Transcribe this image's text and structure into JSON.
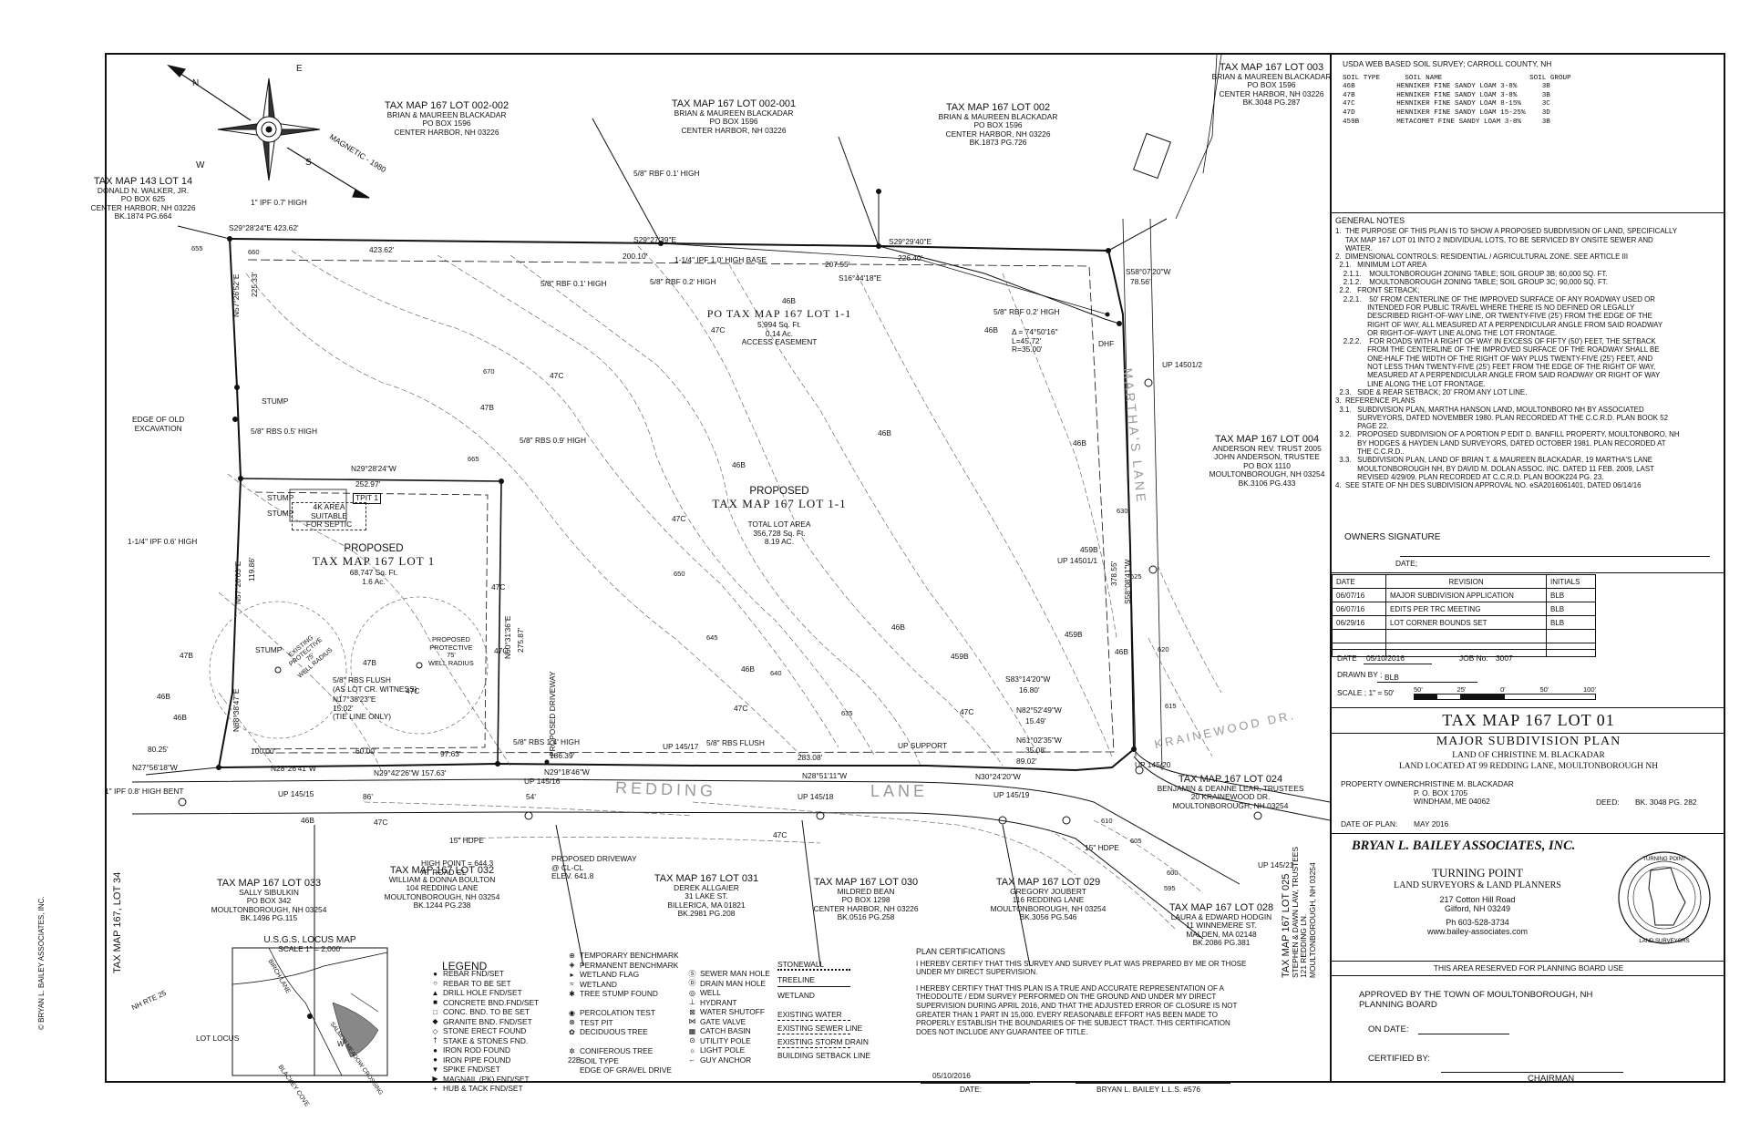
{
  "copyright": "© BRYAN L. BAILEY ASSOCIATES, INC.",
  "north_arrow": {
    "n": "N",
    "e": "E",
    "s": "S",
    "w": "W",
    "magnetic": "MAGNETIC - 1980"
  },
  "abutters": {
    "lot14": [
      "TAX MAP 143 LOT 14",
      "DONALD N. WALKER, JR.",
      "PO BOX 625",
      "CENTER HARBOR, NH 03226",
      "BK.1874 PG.664"
    ],
    "lot002_002": [
      "TAX MAP 167 LOT 002-002",
      "BRIAN & MAUREEN BLACKADAR",
      "PO BOX 1596",
      "CENTER HARBOR, NH 03226"
    ],
    "lot002_001": [
      "TAX MAP 167 LOT 002-001",
      "BRIAN & MAUREEN BLACKADAR",
      "PO BOX 1596",
      "CENTER HARBOR, NH 03226"
    ],
    "lot002": [
      "TAX MAP 167 LOT 002",
      "BRIAN & MAUREEN BLACKADAR",
      "PO BOX 1596",
      "CENTER HARBOR, NH 03226",
      "BK.1873 PG.726"
    ],
    "lot003": [
      "TAX MAP 167 LOT 003",
      "BRIAN & MAUREEN BLACKADAR",
      "PO BOX 1596",
      "CENTER HARBOR, NH 03226",
      "BK.3048 PG.287"
    ],
    "lot004": [
      "TAX MAP 167 LOT 004",
      "ANDERSON REV. TRUST 2005",
      "JOHN ANDERSON, TRUSTEE",
      "PO BOX 1110",
      "MOULTONBOROUGH, NH 03254",
      "BK.3106 PG.433"
    ],
    "lot024": [
      "TAX MAP 167 LOT 024",
      "BENJAMIN & DEANNE LEAR, TRUSTEES",
      "20 KRAINEWOOD DR.",
      "MOULTONBOROUGH, NH 03254"
    ],
    "lot033": [
      "TAX MAP 167 LOT 033",
      "SALLY SIBULKIN",
      "PO BOX 342",
      "MOULTONBOROUGH, NH 03254",
      "BK.1496 PG.115"
    ],
    "lot032": [
      "TAX MAP 167 LOT 032",
      "WILLIAM & DONNA BOULTON",
      "104 REDDING LANE",
      "MOULTONBOROUGH, NH 03254",
      "BK.1244 PG.238"
    ],
    "lot031": [
      "TAX MAP 167 LOT 031",
      "DEREK ALLGAIER",
      "31 LAKE ST.",
      "BILLERICA, MA 01821",
      "BK.2981 PG.208"
    ],
    "lot030": [
      "TAX MAP 167 LOT 030",
      "MILDRED BEAN",
      "PO BOX 1298",
      "CENTER HARBOR, NH 03226",
      "BK.0516 PG.258"
    ],
    "lot029": [
      "TAX MAP 167 LOT 029",
      "GREGORY JOUBERT",
      "116 REDDING LANE",
      "MOULTONBOROUGH, NH 03254",
      "BK.3056 PG.546"
    ],
    "lot028": [
      "TAX MAP 167 LOT 028",
      "LAURA & EDWARD HODGIN",
      "11 WINNEMERE ST.",
      "MALDEN, MA 02148",
      "BK.2086 PG.381"
    ],
    "lot025": [
      "TAX MAP 167 LOT 025",
      "STEPHEN & DAWN LAW, TRUSTEES",
      "121 REDDING LN.",
      "MOULTONBOROUGH, NH 03254"
    ],
    "lot34": "TAX MAP 167, LOT 34"
  },
  "lots": {
    "lot1": {
      "label": "PROPOSED",
      "name": "TAX MAP 167 LOT 1",
      "sqft": "68,747 Sq. Ft.",
      "ac": "1.6 Ac."
    },
    "lot1_1": {
      "label": "PROPOSED",
      "name": "TAX MAP 167 LOT 1-1",
      "area_label": "TOTAL LOT AREA",
      "sqft": "356,728 Sq. Ft.",
      "ac": "8.19 AC."
    },
    "po": {
      "name": "PO TAX MAP 167 LOT 1-1",
      "sqft": "5,994 Sq. Ft.",
      "ac": "0.14 Ac.",
      "note": "ACCESS EASEMENT"
    },
    "septic": [
      "4K AREA",
      "SUITABLE",
      "FOR SEPTIC"
    ],
    "tpit": "TPIT 1"
  },
  "roads": {
    "redding": "REDDING",
    "lane": "LANE",
    "martha": "MARTHA'S LANE",
    "krainewood": "KRAINEWOOD DR."
  },
  "bearings": {
    "b1": "S29°28'24\"E 423.62'",
    "b1d": "423.62'",
    "b2": "S29°27'39\"E",
    "b2d": "200.10'",
    "b3": "S29°29'40\"E",
    "b3d": "226.40'",
    "b4": "207.55'",
    "b5": "S16°44'18\"E",
    "b6": "S58°07'20\"W",
    "b6d": "78.56'",
    "curve": "Δ = 74°50'16\"",
    "curveL": "L=45.72'",
    "curveR": "R=35.00'",
    "nw1": "N57°26'52\"E",
    "nw1d": "225.33'",
    "nw2": "N29°28'24\"W",
    "nw2d": "252.97'",
    "nw3": "N57°26'03\"E",
    "nw3d": "119.86'",
    "nw4": "N68°38'47\"E",
    "nw5": "N27°56'18\"W",
    "nw6": "80.25'",
    "nw7": "N28°26'41\"W",
    "d100": "100.00'",
    "d60": "60.00'",
    "d97": "97.63'",
    "b8": "N29°42'26\"W 157.63'",
    "b9": "N29°18'46\"W",
    "d186": "186.39'",
    "d283": "283.08'",
    "b10": "N28°51'11\"W",
    "b11": "N30°24'20\"W",
    "d89": "89.02'",
    "b12": "N61°02'35\"W",
    "d35": "35.08'",
    "b13": "N82°52'49\"W",
    "d15": "15.49'",
    "b14": "S83°14'20\"W",
    "d16": "16.80'",
    "b15": "S58°08'41\"W",
    "d378": "378.55'",
    "n60": "N60°31'36\"E",
    "d275": "275.87'",
    "n17": "N17°38'23\"E",
    "d15b": "15.02'",
    "tie": "(TIE LINE ONLY)",
    "d86": "86'",
    "d54": "54'"
  },
  "map_notes": {
    "rbf01": "5/8\" RBF 0.1' HIGH",
    "rbf01b": "5/8\" RBF 0.1' HIGH",
    "rbf02": "5/8\" RBF 0.2' HIGH",
    "rbf02b": "5/8\" RBF 0.2' HIGH",
    "ipf1": "1-1/4\" IPF 1.0' HIGH BASE",
    "ipf07": "1\" IPF 0.7' HIGH",
    "rbs05": "5/8\" RBS 0.5' HIGH",
    "rbs09": "5/8\" RBS 0.9' HIGH",
    "ipf06": "1-1/4\" IPF 0.6' HIGH",
    "rbs14": "5/8\" RBS 1.4' HIGH",
    "rbsflush": "5/8\" RBS FLUSH",
    "rbsflush2": "5/8\" RBS FLUSH",
    "rbsflush3": "(AS LOT CR. WITNESS)",
    "ipf08": "1\" IPF 0.8' HIGH BENT",
    "stump": "STUMP",
    "stump2": "STUMP",
    "stump3": "STUMP",
    "stump4": "STUMP",
    "excav": "EDGE OF OLD\nEXCAVATION",
    "exprot": "EXISTING\nPROTECTIVE\n75'\nWELL RADIUS",
    "prprot": "PROPOSED\nPROTECTIVE\n75'\nWELL RADIUS",
    "propdrive": "PROPOSED DRIVEWAY",
    "propdrive2": "PROPOSED DRIVEWAY\n@ CL-CL\nELEV. 641.8",
    "highpt": "HIGH POINT = 644.3\nAT ROAD CL",
    "hdpe1": "15\" HDPE",
    "hdpe2": "15\" HDPE",
    "dhf": "DHF",
    "upsupport": "UP SUPPORT",
    "up145_15": "UP 145/15",
    "up145_16": "UP 145/16",
    "up145_17": "UP 145/17",
    "up145_18": "UP 145/18",
    "up145_19": "UP 145/19",
    "up145_20": "UP 145/20",
    "up145_21": "UP 145/21",
    "up14501_1": "UP 14501/1",
    "up14501_2": "UP 14501/2"
  },
  "soils": [
    "46B",
    "47C",
    "47B",
    "46B",
    "47C",
    "46B",
    "47C",
    "46B",
    "459B",
    "46B",
    "459B",
    "46B",
    "47C",
    "47B",
    "47C",
    "47C",
    "46B",
    "47C",
    "46B",
    "47C",
    "47B",
    "46B",
    "46B",
    "459B",
    "47C",
    "46B",
    "47C"
  ],
  "contours": [
    "655",
    "660",
    "665",
    "670",
    "650",
    "645",
    "640",
    "635",
    "630",
    "625",
    "620",
    "615",
    "610",
    "605",
    "600",
    "595"
  ],
  "locus": {
    "title": "U.S.G.S. LOCUS MAP",
    "scale": "SCALE 1\" = 2,000'",
    "lot": "LOT LOCUS",
    "rte": "NH RTE 25",
    "birch": "BIRCH LANE",
    "blackey": "BLACKEY COVE",
    "w": "W",
    "salmon": "SALMON MEADOW CROSSING"
  },
  "legend": {
    "title": "LEGEND",
    "col1": [
      "REBAR FND/SET",
      "REBAR TO BE SET",
      "DRILL HOLE FND/SET",
      "CONCRETE BND.FND/SET",
      "CONC. BND. TO BE SET",
      "GRANITE BND. FND/SET",
      "STONE ERECT FOUND",
      "STAKE & STONES FND.",
      "IRON ROD FOUND",
      "IRON PIPE FOUND",
      "SPIKE FND/SET",
      "MAGNAIL (PK) FND/SET",
      "HUB & TACK FND/SET"
    ],
    "col2": [
      "TEMPORARY BENCHMARK",
      "PERMANENT BENCHMARK",
      "WETLAND FLAG",
      "WETLAND",
      "TREE STUMP FOUND",
      "",
      "PERCOLATION TEST",
      "TEST PIT",
      "DECIDUOUS TREE",
      "",
      "CONIFEROUS TREE",
      "SOIL TYPE",
      "EDGE OF GRAVEL DRIVE"
    ],
    "col3": [
      "SEWER MAN HOLE",
      "DRAIN MAN HOLE",
      "WELL",
      "HYDRANT",
      "WATER SHUTOFF",
      "GATE VALVE",
      "CATCH BASIN",
      "UTILITY POLE",
      "LIGHT POLE",
      "GUY ANCHOR"
    ],
    "col4": [
      "STONEWALL",
      "TREELINE",
      "WETLAND",
      "EXISTING WATER",
      "EXISTING SEWER LINE",
      "EXISTING STORM DRAIN",
      "BUILDING SETBACK LINE"
    ]
  },
  "cert": {
    "title": "PLAN CERTIFICATIONS",
    "p1": "I HEREBY CERTIFY THAT THIS SURVEY AND SURVEY PLAT WAS PREPARED BY ME OR THOSE\nUNDER MY DIRECT SUPERVISION.",
    "p2": "I HEREBY CERTIFY THAT THIS PLAN IS A TRUE AND ACCURATE REPRESENTATION OF A\nTHEODOLITE / EDM SURVEY PERFORMED ON THE GROUND AND UNDER MY DIRECT\nSUPERVISION DURING APRIL 2016, AND THAT THE ADJUSTED ERROR OF CLOSURE IS NOT\nGREATER THAN 1 PART IN 15,000. EVERY REASONABLE EFFORT HAS BEEN MADE TO\nPROPERLY ESTABLISH THE BOUNDARIES OF THE SUBJECT TRACT. THIS CERTIFICATION\nDOES NOT INCLUDE ANY GUARANTEE OF TITLE.",
    "date_val": "05/10/2016",
    "date_label": "DATE:",
    "signer": "BRYAN L. BAILEY L.L.S. #576"
  },
  "soil_survey": {
    "title": "USDA WEB BASED SOIL SURVEY; CARROLL COUNTY, NH",
    "header": "SOIL TYPE      SOIL NAME                     SOIL GROUP",
    "rows": [
      "46B          HENNIKER FINE SANDY LOAM 3-8%      3B",
      "47B          HENNIKER FINE SANDY LOAM 3-8%      3B",
      "47C          HENNIKER FINE SANDY LOAM 8-15%     3C",
      "47D          HENNIKER FINE SANDY LOAM 15-25%    3D",
      "459B         METACOMET FINE SANDY LOAM 3-8%     3B"
    ]
  },
  "general_notes": {
    "title": "GENERAL NOTES",
    "lines": [
      "1.  THE PURPOSE OF THIS PLAN IS TO SHOW A PROPOSED SUBDIVISION OF LAND, SPECIFICALLY",
      "     TAX MAP 167 LOT 01 INTO 2 INDIVIDUAL LOTS, TO BE SERVICED BY ONSITE SEWER AND",
      "     WATER.",
      "2.  DIMENSIONAL CONTROLS: RESIDENTIAL / AGRICULTURAL ZONE. SEE ARTICLE III",
      "  2.1.   MINIMUM LOT AREA",
      "    2.1.1.    MOULTONBOROUGH ZONING TABLE; SOIL GROUP 3B; 60,000 SQ. FT.",
      "    2.1.2.    MOULTONBOROUGH ZONING TABLE; SOIL GROUP 3C; 90,000 SQ. FT.",
      "  2.2.   FRONT SETBACK;",
      "    2.2.1.    50' FROM CENTERLINE OF THE IMPROVED SURFACE OF ANY ROADWAY USED OR",
      "                INTENDED FOR PUBLIC TRAVEL WHERE THERE IS NO DEFINED OR LEGALLY",
      "                DESCRIBED RIGHT-OF-WAY LINE, OR TWENTY-FIVE (25') FROM THE EDGE OF THE",
      "                RIGHT OF WAY, ALL MEASURED AT A PERPENDICULAR ANGLE FROM SAID ROADWAY",
      "                OR RIGHT-OF-WAYT LINE ALONG THE LOT FRONTAGE.",
      "    2.2.2.    FOR ROADS WITH A RIGHT OF WAY IN EXCESS OF FIFTY (50') FEET, THE SETBACK",
      "                FROM THE CENTERLINE OF THE IMPROVED SURFACE OF THE ROADWAY SHALL BE",
      "                ONE-HALF THE WIDTH OF THE RIGHT OF WAY PLUS TWENTY-FIVE (25') FEET, AND",
      "                NOT LESS THAN TWENTY-FIVE (25') FEET FROM THE EDGE OF THE RIGHT OF WAY,",
      "                MEASURED AT A PERPENDICULAR ANGLE FROM SAID ROADWAY OR RIGHT OF WAY",
      "                LINE ALONG THE LOT FRONTAGE.",
      "  2.3.   SIDE & REAR SETBACK; 20' FROM ANY LOT LINE.",
      "3.  REFERENCE PLANS",
      "  3.1.   SUBDIVISION PLAN, MARTHA HANSON LAND, MOULTONBORO NH BY ASSOCIATED",
      "           SURVEYORS, DATED NOVEMBER 1980. PLAN RECORDED AT THE C.C.R.D. PLAN BOOK 52",
      "           PAGE 22.",
      "  3.2.   PROPOSED SUBDIVISION OF A PORTION P EDIT D. BANFILL PROPERTY, MOULTONBORO, NH",
      "           BY HODGES & HAYDEN LAND SURVEYORS, DATED OCTOBER 1981. PLAN RECORDED AT",
      "           THE C.C.R.D..",
      "  3.3.   SUBDIVISION PLAN, LAND OF BRIAN T. & MAUREEN BLACKADAR, 19 MARTHA'S LANE",
      "           MOULTONBOROUGH NH, BY DAVID M. DOLAN ASSOC. INC. DATED 11 FEB. 2009, LAST",
      "           REVISED 4/29/09. PLAN RECORDED AT C.C.R.D. PLAN BOOK224 PG. 23.",
      "4.  SEE STATE OF NH DES SUBDIVISION APPROVAL NO. eSA2016061401, DATED 06/14/16"
    ]
  },
  "owners_sig": {
    "label": "OWNERS SIGNATURE",
    "date": "DATE;"
  },
  "revisions": {
    "headers": [
      "DATE",
      "REVISION",
      "INITIALS"
    ],
    "rows": [
      [
        "06/07/16",
        "MAJOR SUBDIVISION APPLICATION",
        "BLB"
      ],
      [
        "06/07/16",
        "EDITS PER TRC MEETING",
        "BLB"
      ],
      [
        "06/29/16",
        "LOT CORNER BOUNDS SET",
        "BLB"
      ],
      [
        "",
        "",
        ""
      ],
      [
        "",
        "",
        ""
      ]
    ]
  },
  "plan_info": {
    "date_label": "DATE",
    "date": "05/10/2016",
    "job_label": "JOB No.",
    "job": "3007",
    "drawn_label": "DRAWN BY ;",
    "drawn": "BLB",
    "scale_label": "SCALE ; 1\" = 50'",
    "scale_ticks": [
      "50'",
      "25'",
      "0'",
      "50'",
      "100'"
    ]
  },
  "title_block": {
    "lot": "TAX MAP 167 LOT 01",
    "plan": "MAJOR SUBDIVISION PLAN",
    "land": "LAND OF CHRISTINE M. BLACKADAR",
    "located": "LAND LOCATED AT 99 REDDING LANE, MOULTONBOROUGH NH",
    "owner_label": "PROPERTY OWNER:",
    "owner": [
      "CHRISTINE M. BLACKADAR",
      "P. O. BOX 1705",
      "WINDHAM, ME 04062"
    ],
    "deed_label": "DEED:",
    "deed": "BK. 3048 PG. 282",
    "date_label": "DATE OF PLAN:",
    "date": "MAY 2016"
  },
  "company": {
    "name": "BRYAN L. BAILEY ASSOCIATES, INC.",
    "brand": "TURNING POINT",
    "sub": "LAND SURVEYORS & LAND PLANNERS",
    "addr1": "217 Cotton Hill Road",
    "addr2": "Gilford, NH 03249",
    "phone": "Ph 603-528-3734",
    "web": "www.bailey-associates.com",
    "seal_text": "TURNING POINT",
    "seal_sub": "LAND SURVEYORS"
  },
  "planning": {
    "reserved": "THIS AREA RESERVED FOR PLANNING BOARD USE",
    "approved": "APPROVED BY THE TOWN OF MOULTONBOROUGH, NH",
    "board": "PLANNING BOARD",
    "on_date": "ON DATE:",
    "certified": "CERTIFIED BY:",
    "chairman": "CHAIRMAN"
  }
}
